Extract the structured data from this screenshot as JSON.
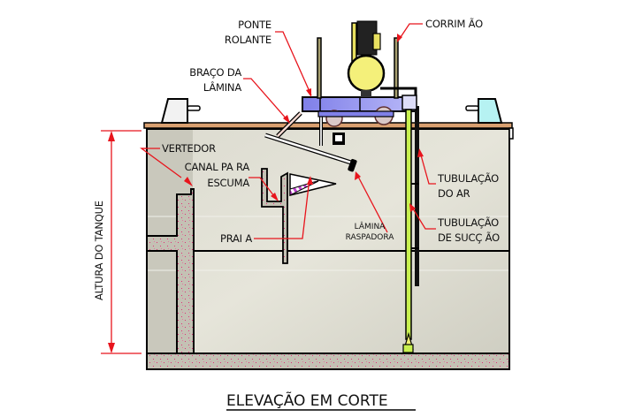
{
  "diagram": {
    "title": "ELEVAÇÃO  EM CORTE",
    "labels": {
      "ponte_rolante": [
        "PONTE",
        "ROLANTE"
      ],
      "corrimao": "CORRIM ÃO",
      "braco_da_lamina": [
        "BRAÇO  DA",
        "LÂMINA"
      ],
      "vertedor": "VERTEDOR",
      "canal_para_escuma": [
        "CANAL PA RA",
        "ESCUMA"
      ],
      "praia": "PRAI A",
      "lamina_raspadora": [
        "LÂMINA",
        "RASPADORA"
      ],
      "tubulacao_do_ar": [
        "TUBULAÇÃO",
        "DO  AR"
      ],
      "tubulacao_de_succao": [
        "TUBULAÇÃO",
        "DE SUCÇ ÃO"
      ],
      "altura_do_tanque": "ALTURA DO TANQUE"
    },
    "colors": {
      "leader": "#e8141c",
      "tank_fill": "#d9d8cc",
      "concrete": "#c4c1b4",
      "bridge": "#8c8cf0",
      "motor": "#f4f07a",
      "suction_pipe": "#c8f050",
      "deck": "#d9a070",
      "rail_support_left": "#f2f2f2",
      "rail_support_right": "#b6f2f2"
    }
  }
}
